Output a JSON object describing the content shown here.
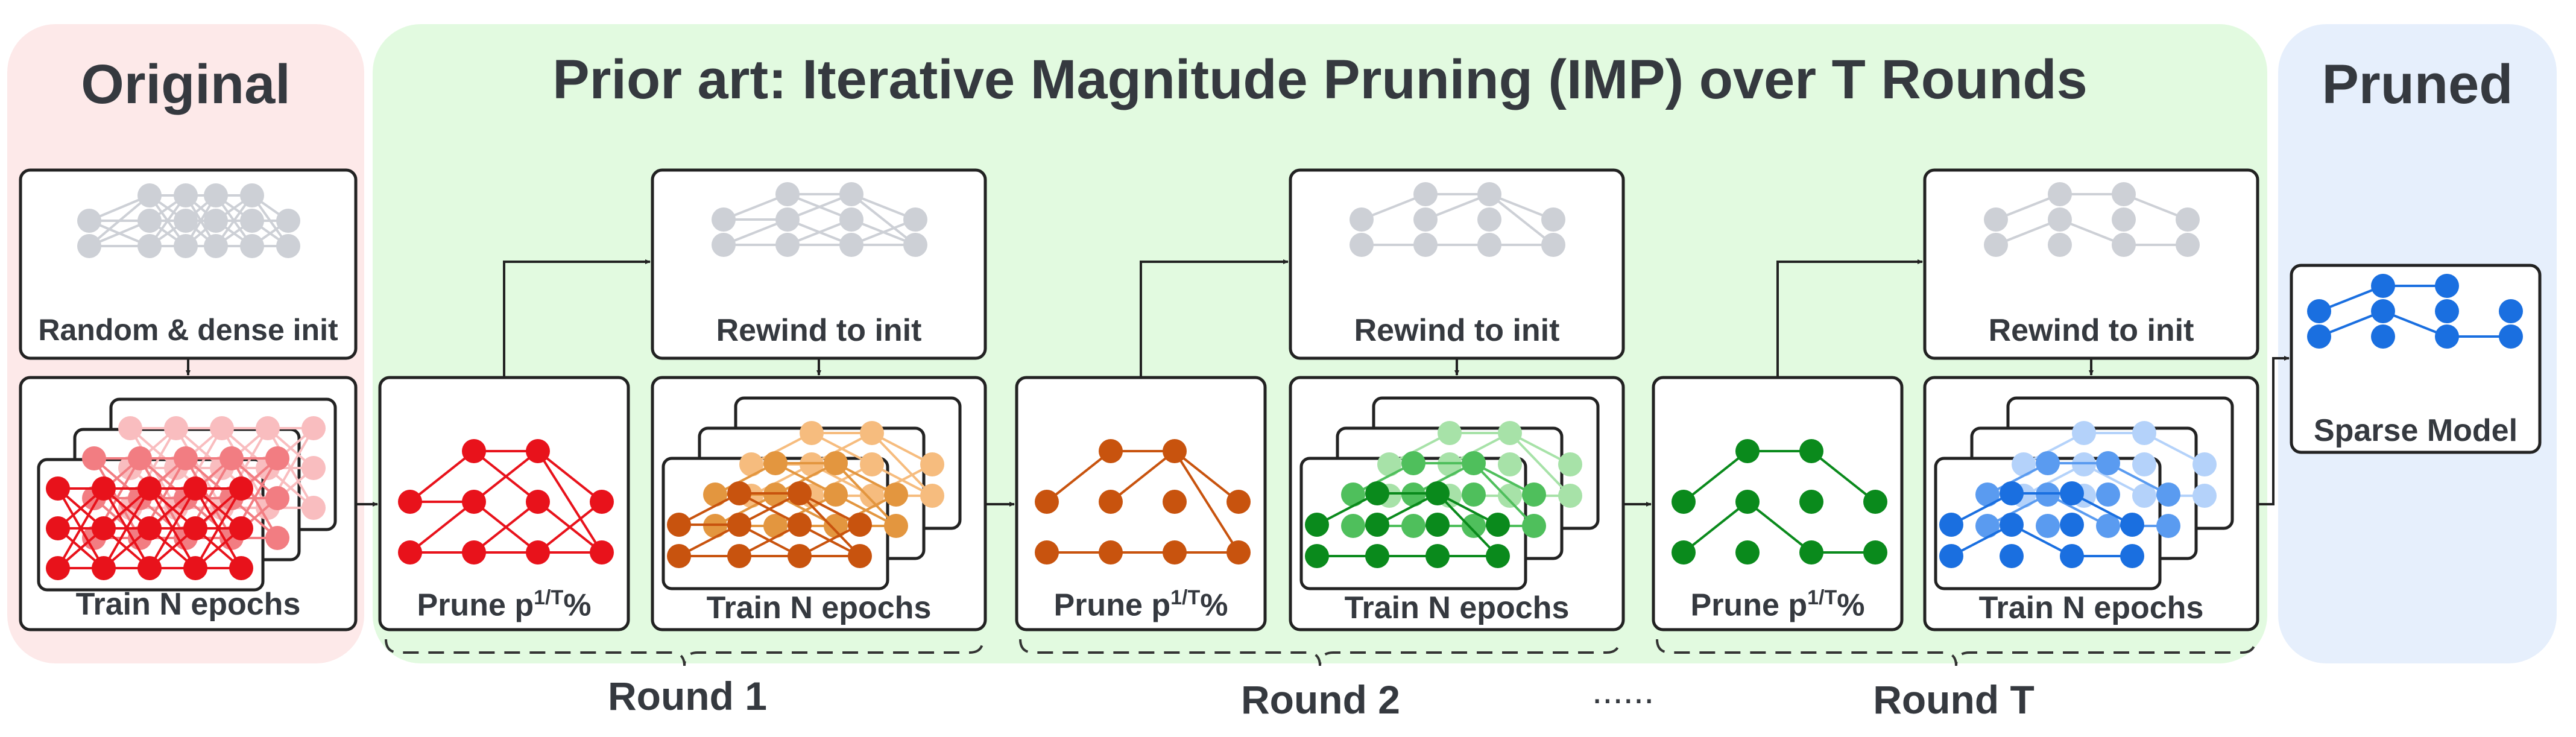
{
  "sections": {
    "original": {
      "title": "Original",
      "bg": "#fde9e9"
    },
    "prior_art": {
      "title": "Prior art: Iterative Magnitude Pruning (IMP) over T Rounds",
      "bg": "#e2fae0"
    },
    "pruned": {
      "title": "Pruned",
      "bg": "#e6effc"
    }
  },
  "labels": {
    "random_init": "Random & dense init",
    "train": "Train N epochs",
    "prune_prefix": "Prune p",
    "prune_sup": "1/T",
    "prune_suffix": "%",
    "rewind": "Rewind to init",
    "sparse_model": "Sparse Model",
    "ellipsis": "......"
  },
  "rounds": [
    "Round 1",
    "Round 2",
    "Round T"
  ],
  "colors": {
    "init_gray": "#cdd0d6",
    "dense_red": "#e8121b",
    "prune_red": "#e8121b",
    "round1_orange": "#c8530e",
    "round2_green": "#0a8a1c",
    "roundT_blue": "#1a6fe0",
    "border": "#222222",
    "text": "#35393f"
  }
}
